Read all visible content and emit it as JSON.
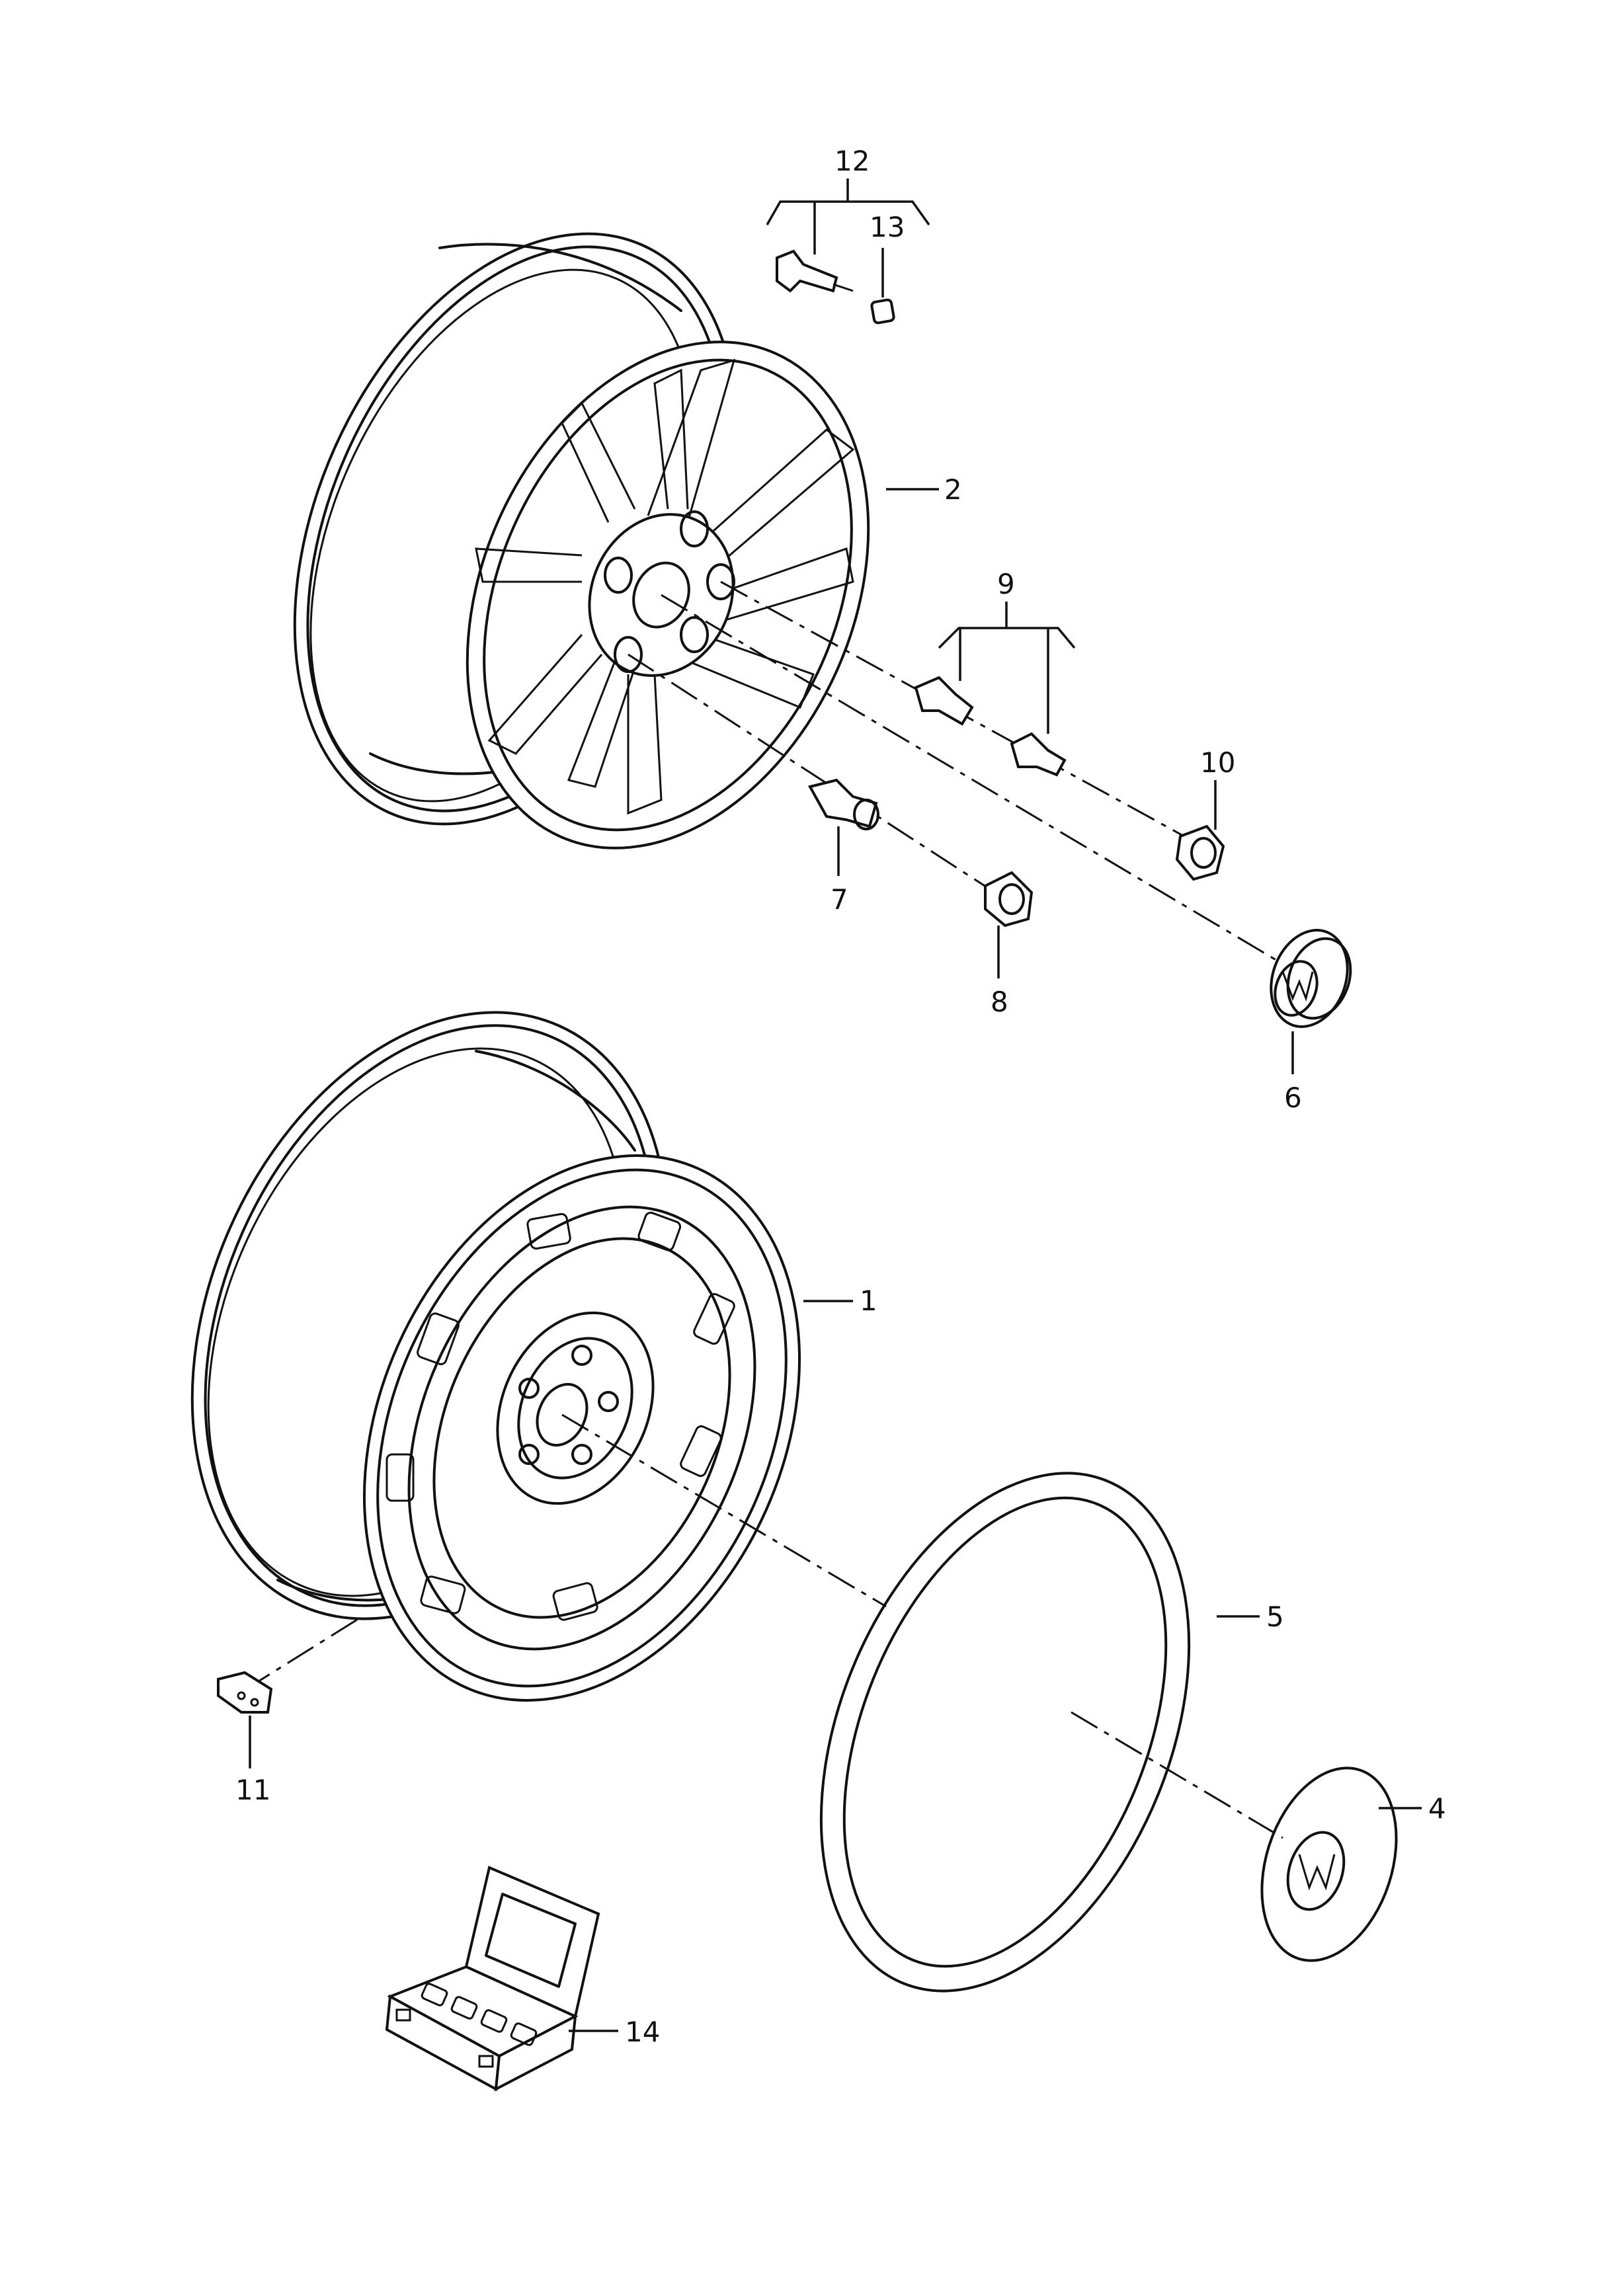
{
  "diagram": {
    "callouts": {
      "c1": "1",
      "c2": "2",
      "c4": "4",
      "c5": "5",
      "c6": "6",
      "c7": "7",
      "c8": "8",
      "c9": "9",
      "c10": "10",
      "c11": "11",
      "c12": "12",
      "c13": "13",
      "c14": "14"
    }
  }
}
